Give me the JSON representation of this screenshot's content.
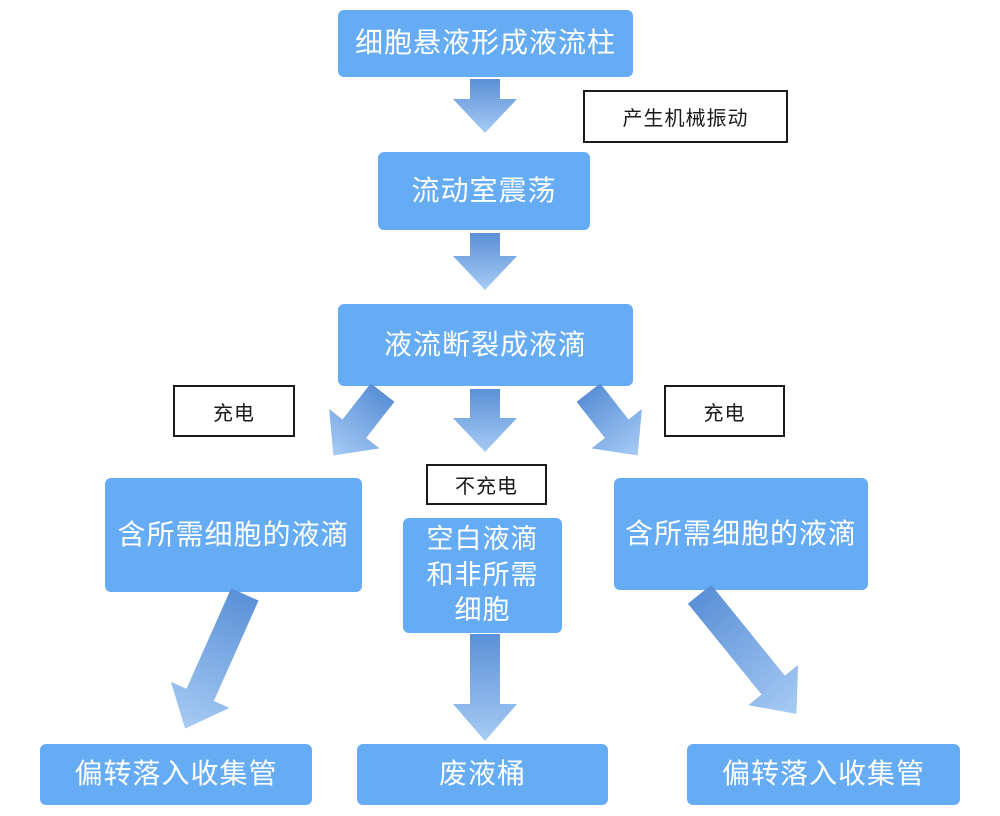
{
  "diagram": {
    "type": "flowchart",
    "subject": "cell-sorting-droplet-flow",
    "colors": {
      "node_fill": "#65ACF4",
      "node_text": "#FFFFFF",
      "arrow_gradient_start": "#5B90D7",
      "arrow_gradient_end": "#A6CBF4",
      "label_fill": "#FFFFFF",
      "label_border": "#1A1A1A",
      "label_text": "#1A1A1A"
    },
    "nodes": {
      "stream_column": {
        "label": "细胞悬液形成液流柱"
      },
      "flow_chamber": {
        "label": "流动室震荡"
      },
      "droplet_break": {
        "label": "液流断裂成液滴"
      },
      "left_charged": {
        "label": "含所需细胞的液滴"
      },
      "middle_uncharged": {
        "lines": [
          "空白液滴",
          "和非所需",
          "细胞"
        ]
      },
      "right_charged": {
        "label": "含所需细胞的液滴"
      },
      "left_collect": {
        "label": "偏转落入收集管"
      },
      "waste": {
        "label": "废液桶"
      },
      "right_collect": {
        "label": "偏转落入收集管"
      }
    },
    "annotations": {
      "vibration": {
        "label": "产生机械振动"
      },
      "charge_left": {
        "label": "充电"
      },
      "no_charge": {
        "label": "不充电"
      },
      "charge_right": {
        "label": "充电"
      }
    }
  }
}
